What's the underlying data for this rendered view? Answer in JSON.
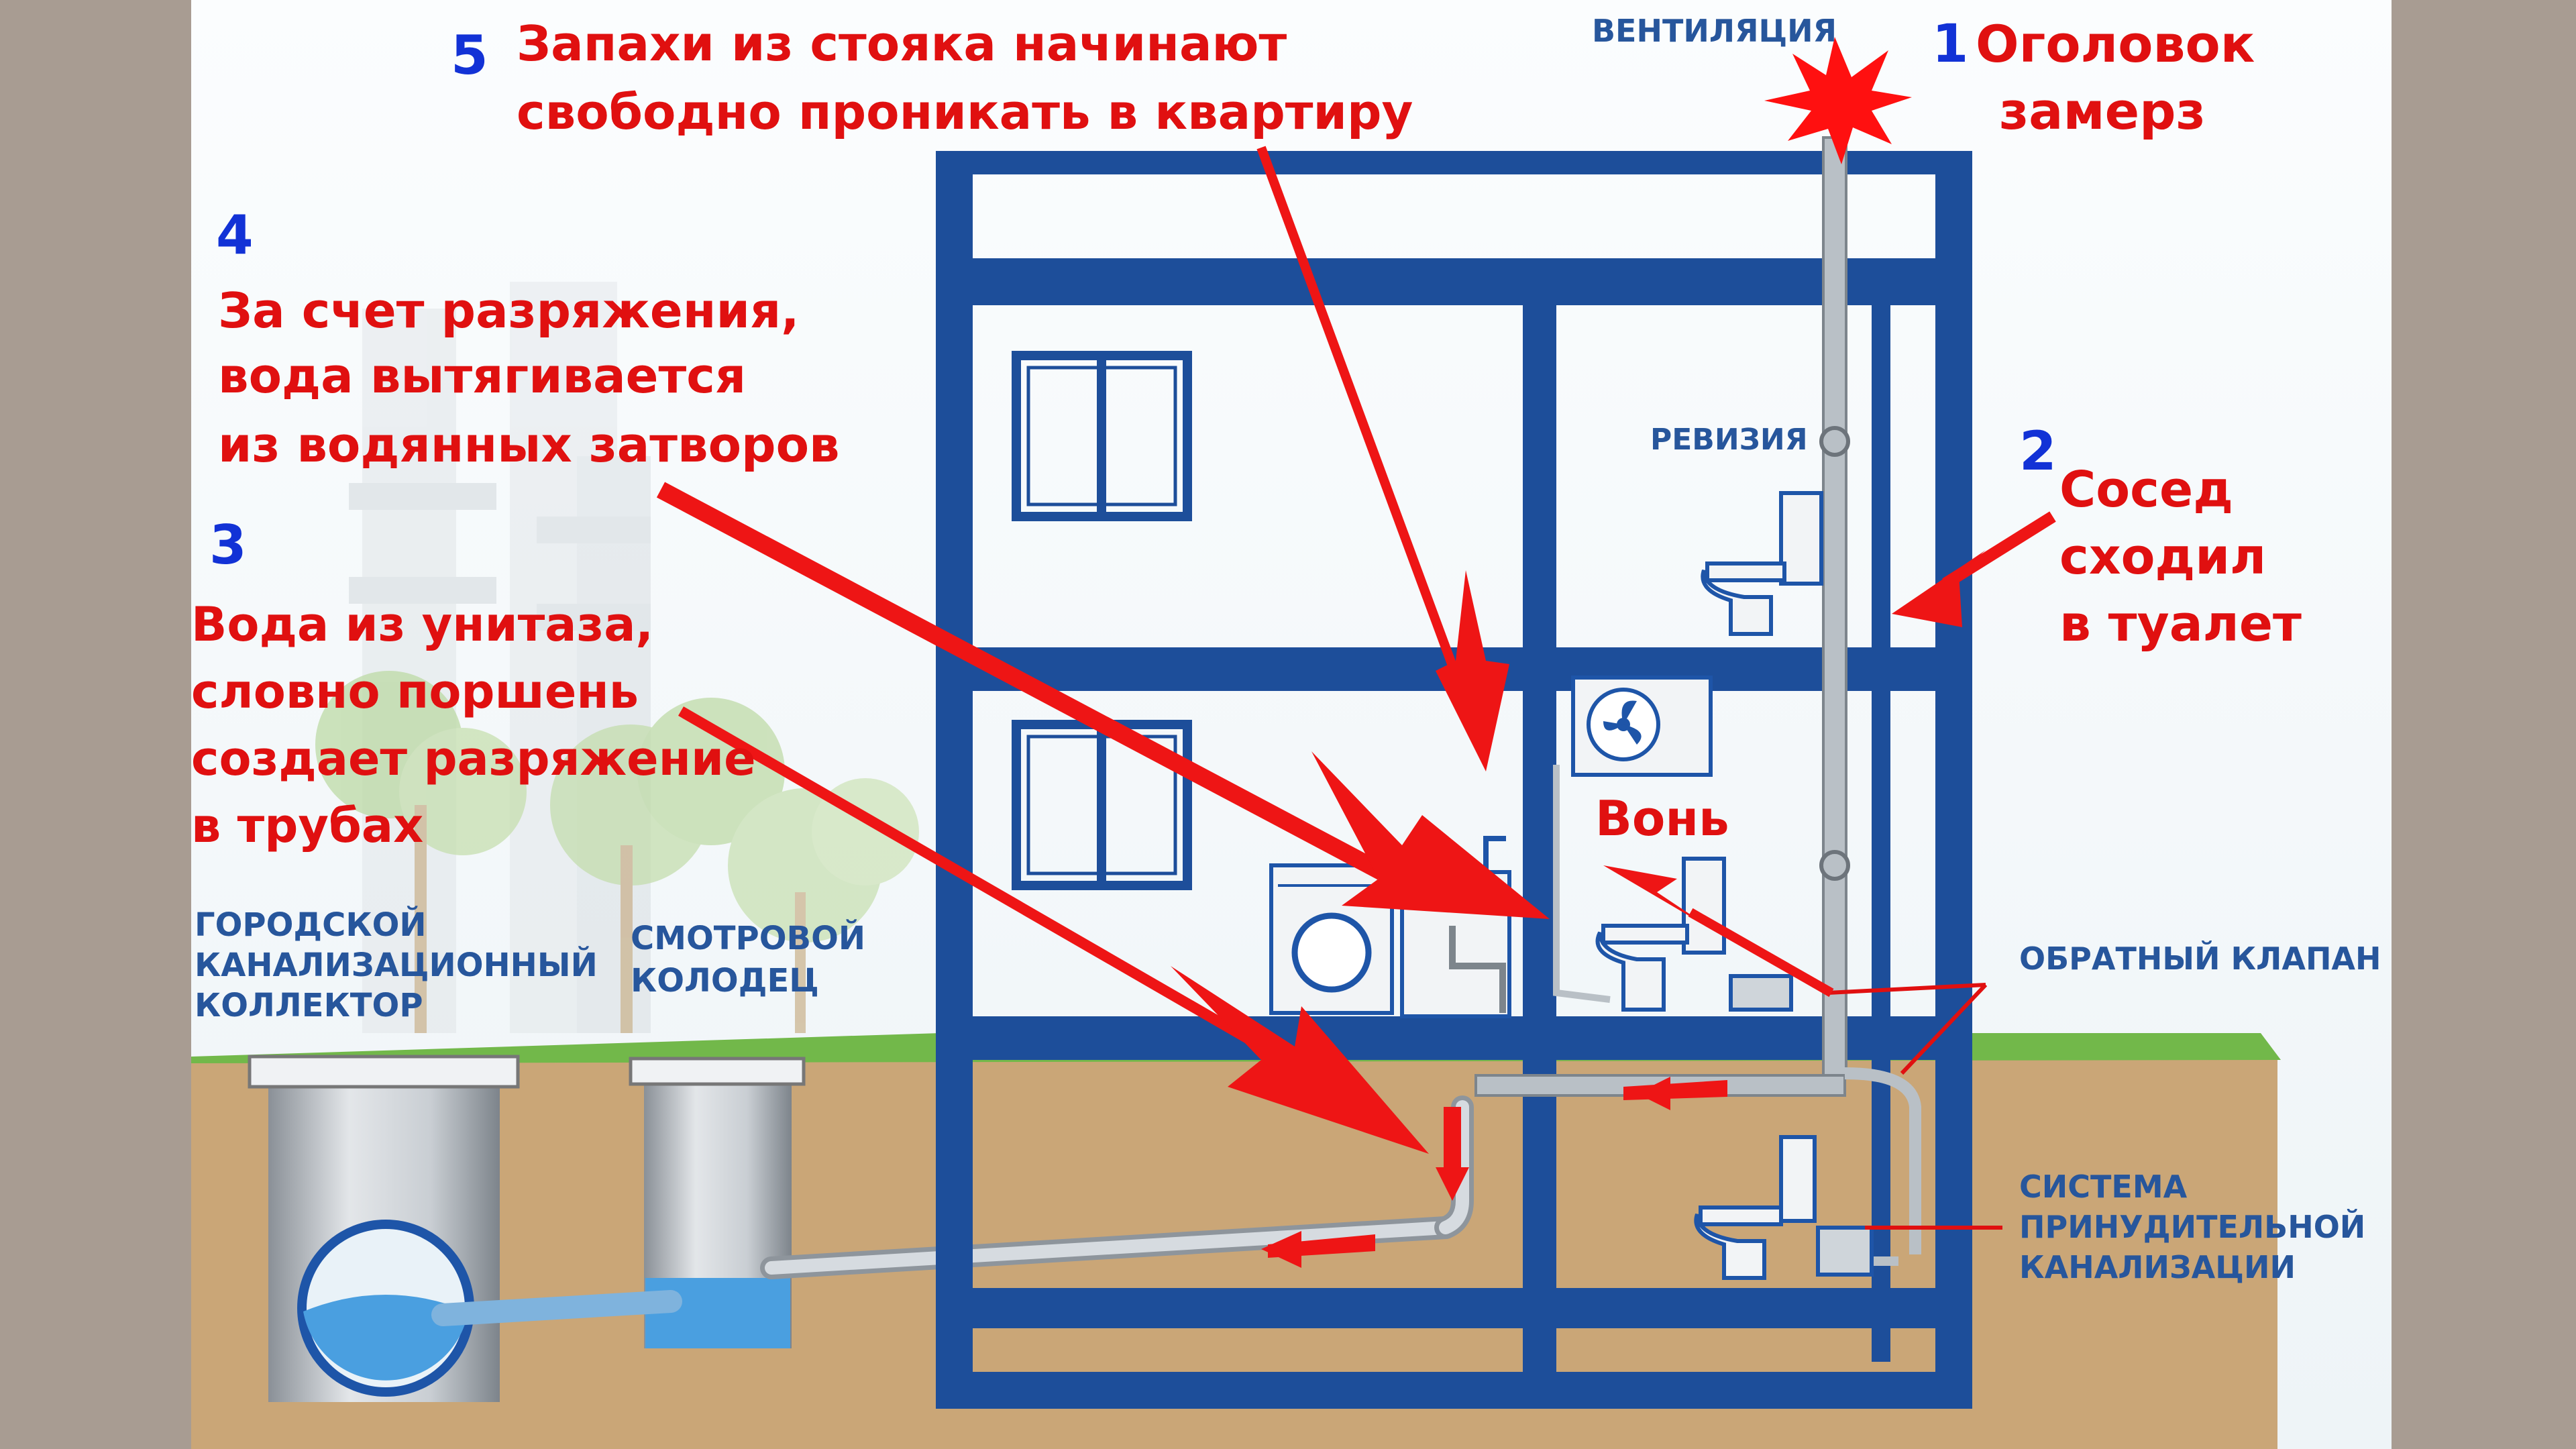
{
  "labels": {
    "ventilation": "ВЕНТИЛЯЦИЯ",
    "revision": "РЕВИЗИЯ",
    "check_valve": "ОБРАТНЫЙ КЛАПАН",
    "forced_system": [
      "СИСТЕМА",
      "ПРИНУДИТЕЛЬНОЙ",
      "КАНАЛИЗАЦИИ"
    ],
    "city_collector": [
      "ГОРОДСКОЙ",
      "КАНАЛИЗАЦИОННЫЙ",
      "КОЛЛЕКТОР"
    ],
    "inspection_well": [
      "СМОТРОВОЙ",
      "КОЛОДЕЦ"
    ]
  },
  "annotations": {
    "n1": {
      "num": "1",
      "lines": [
        "Оголовок",
        "замерз"
      ]
    },
    "n2": {
      "num": "2",
      "lines": [
        "Сосед",
        "сходил",
        "в туалет"
      ]
    },
    "n3": {
      "num": "3",
      "lines": [
        "Вода из унитаза,",
        "словно  поршень",
        "создает разряжение",
        " в трубах"
      ]
    },
    "n4": {
      "num": "4",
      "lines": [
        "За счет разряжения,",
        "вода вытягивается",
        "из водянных затворов"
      ]
    },
    "n5": {
      "num": "5",
      "lines": [
        "Запахи из стояка начинают",
        "свободно проникать в квартиру"
      ]
    },
    "smell": "Вонь"
  },
  "colors": {
    "frame": "#1d4e9a",
    "arrow": "#ee1515",
    "ground": "#caa677",
    "grass": "#72b84a",
    "pipe": "#c8cdd2",
    "water": "#4a9fe0",
    "background": "#f3f7fa",
    "outer": "#a89c92"
  }
}
